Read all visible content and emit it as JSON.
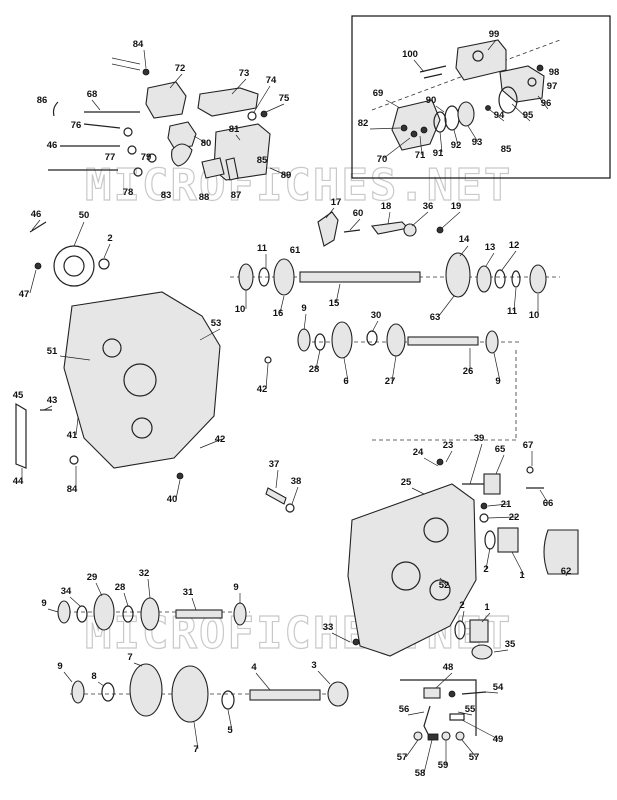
{
  "watermarks": [
    "MICROFICHES.NET",
    "MICROFICHES.NET"
  ],
  "callouts": [
    {
      "id": "c84a",
      "text": "84"
    },
    {
      "id": "c72",
      "text": "72"
    },
    {
      "id": "c73",
      "text": "73"
    },
    {
      "id": "c74",
      "text": "74"
    },
    {
      "id": "c75",
      "text": "75"
    },
    {
      "id": "c86",
      "text": "86"
    },
    {
      "id": "c68",
      "text": "68"
    },
    {
      "id": "c76",
      "text": "76"
    },
    {
      "id": "c80",
      "text": "80"
    },
    {
      "id": "c81",
      "text": "81"
    },
    {
      "id": "c46a",
      "text": "46"
    },
    {
      "id": "c77",
      "text": "77"
    },
    {
      "id": "c79",
      "text": "79"
    },
    {
      "id": "c85",
      "text": "85"
    },
    {
      "id": "c78",
      "text": "78"
    },
    {
      "id": "c83",
      "text": "83"
    },
    {
      "id": "c88",
      "text": "88"
    },
    {
      "id": "c87",
      "text": "87"
    },
    {
      "id": "c89",
      "text": "89"
    },
    {
      "id": "c100",
      "text": "100"
    },
    {
      "id": "c99",
      "text": "99"
    },
    {
      "id": "c98",
      "text": "98"
    },
    {
      "id": "c97",
      "text": "97"
    },
    {
      "id": "c69",
      "text": "69"
    },
    {
      "id": "c90",
      "text": "90"
    },
    {
      "id": "c96",
      "text": "96"
    },
    {
      "id": "c82",
      "text": "82"
    },
    {
      "id": "c94",
      "text": "94"
    },
    {
      "id": "c95",
      "text": "95"
    },
    {
      "id": "c91",
      "text": "91"
    },
    {
      "id": "c92",
      "text": "92"
    },
    {
      "id": "c93",
      "text": "93"
    },
    {
      "id": "c70",
      "text": "70"
    },
    {
      "id": "c71",
      "text": "71"
    },
    {
      "id": "c85b",
      "text": "85"
    },
    {
      "id": "c46b",
      "text": "46"
    },
    {
      "id": "c50",
      "text": "50"
    },
    {
      "id": "c2a",
      "text": "2"
    },
    {
      "id": "c47",
      "text": "47"
    },
    {
      "id": "c17",
      "text": "17"
    },
    {
      "id": "c60",
      "text": "60"
    },
    {
      "id": "c18",
      "text": "18"
    },
    {
      "id": "c36",
      "text": "36"
    },
    {
      "id": "c19",
      "text": "19"
    },
    {
      "id": "c61",
      "text": "61"
    },
    {
      "id": "c11a",
      "text": "11"
    },
    {
      "id": "c14",
      "text": "14"
    },
    {
      "id": "c13",
      "text": "13"
    },
    {
      "id": "c12",
      "text": "12"
    },
    {
      "id": "c10a",
      "text": "10"
    },
    {
      "id": "c16",
      "text": "16"
    },
    {
      "id": "c15",
      "text": "15"
    },
    {
      "id": "c63",
      "text": "63"
    },
    {
      "id": "c11b",
      "text": "11"
    },
    {
      "id": "c10b",
      "text": "10"
    },
    {
      "id": "c9a",
      "text": "9"
    },
    {
      "id": "c30",
      "text": "30"
    },
    {
      "id": "c53",
      "text": "53"
    },
    {
      "id": "c28a",
      "text": "28"
    },
    {
      "id": "c6",
      "text": "6"
    },
    {
      "id": "c27",
      "text": "27"
    },
    {
      "id": "c26",
      "text": "26"
    },
    {
      "id": "c9b",
      "text": "9"
    },
    {
      "id": "c51",
      "text": "51"
    },
    {
      "id": "c42a",
      "text": "42"
    },
    {
      "id": "c45",
      "text": "45"
    },
    {
      "id": "c43",
      "text": "43"
    },
    {
      "id": "c41",
      "text": "41"
    },
    {
      "id": "c42b",
      "text": "42"
    },
    {
      "id": "c44",
      "text": "44"
    },
    {
      "id": "c84b",
      "text": "84"
    },
    {
      "id": "c40",
      "text": "40"
    },
    {
      "id": "c24",
      "text": "24"
    },
    {
      "id": "c23",
      "text": "23"
    },
    {
      "id": "c39",
      "text": "39"
    },
    {
      "id": "c65",
      "text": "65"
    },
    {
      "id": "c67",
      "text": "67"
    },
    {
      "id": "c37",
      "text": "37"
    },
    {
      "id": "c38",
      "text": "38"
    },
    {
      "id": "c25",
      "text": "25"
    },
    {
      "id": "c66",
      "text": "66"
    },
    {
      "id": "c21",
      "text": "21"
    },
    {
      "id": "c22",
      "text": "22"
    },
    {
      "id": "c2b",
      "text": "2"
    },
    {
      "id": "c1a",
      "text": "1"
    },
    {
      "id": "c62",
      "text": "62"
    },
    {
      "id": "c52",
      "text": "52"
    },
    {
      "id": "c9c",
      "text": "9"
    },
    {
      "id": "c34",
      "text": "34"
    },
    {
      "id": "c29",
      "text": "29"
    },
    {
      "id": "c28b",
      "text": "28"
    },
    {
      "id": "c32",
      "text": "32"
    },
    {
      "id": "c31",
      "text": "31"
    },
    {
      "id": "c9d",
      "text": "9"
    },
    {
      "id": "c2c",
      "text": "2"
    },
    {
      "id": "c1b",
      "text": "1"
    },
    {
      "id": "c33",
      "text": "33"
    },
    {
      "id": "c35",
      "text": "35"
    },
    {
      "id": "c48",
      "text": "48"
    },
    {
      "id": "c9e",
      "text": "9"
    },
    {
      "id": "c7a",
      "text": "7"
    },
    {
      "id": "c4",
      "text": "4"
    },
    {
      "id": "c3",
      "text": "3"
    },
    {
      "id": "c8",
      "text": "8"
    },
    {
      "id": "c54",
      "text": "54"
    },
    {
      "id": "c56",
      "text": "56"
    },
    {
      "id": "c55",
      "text": "55"
    },
    {
      "id": "c49",
      "text": "49"
    },
    {
      "id": "c5",
      "text": "5"
    },
    {
      "id": "c7b",
      "text": "7"
    },
    {
      "id": "c57a",
      "text": "57"
    },
    {
      "id": "c58",
      "text": "58"
    },
    {
      "id": "c59",
      "text": "59"
    },
    {
      "id": "c57b",
      "text": "57"
    }
  ]
}
